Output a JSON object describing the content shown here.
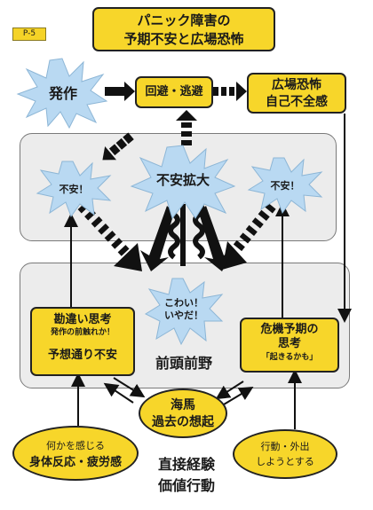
{
  "page_tag": "P-5",
  "title": {
    "line1": "パニック障害の",
    "line2": "予期不安と広場恐怖"
  },
  "nodes": {
    "attack": "発作",
    "avoidance": "回避・逃避",
    "agoraphobia_1": "広場恐怖",
    "agoraphobia_2": "自己不全感",
    "anxiety_left": "不安！",
    "anxiety_spread": "不安拡大",
    "anxiety_right": "不安！",
    "fear_1": "こわい！",
    "fear_2": "いやだ！",
    "misthink_title": "勘違い思考",
    "misthink_sub": "発作の前触れか！",
    "misthink_bottom": "予想通り不安",
    "frontal": "前頭前野",
    "crisis_1": "危機予期の",
    "crisis_2": "思考",
    "crisis_sub": "「起きるかも」",
    "hippo_1": "海馬",
    "hippo_2": "過去の想起",
    "body_1": "何かを感じる",
    "body_2": "身体反応・疲労感",
    "action_1": "行動・外出",
    "action_2": "しようとする",
    "direct_1": "直接経験",
    "direct_2": "価値行動"
  },
  "colors": {
    "yellow": "#f7d62a",
    "burst": "#b9d9f2",
    "panel": "#ececec",
    "arrow": "#111111"
  }
}
